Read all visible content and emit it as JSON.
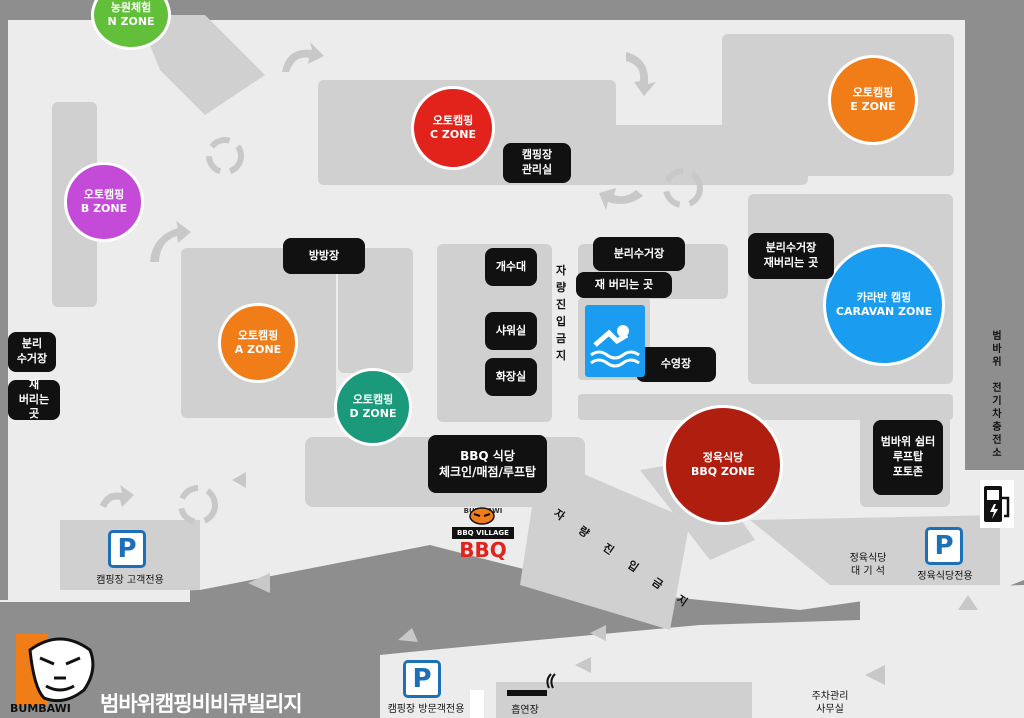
{
  "zones": {
    "n": {
      "line1": "농원체험",
      "line2": "N ZONE",
      "color": "#61bf3a"
    },
    "b": {
      "line1": "오토캠핑",
      "line2": "B ZONE",
      "color": "#c44ad8"
    },
    "c": {
      "line1": "오토캠핑",
      "line2": "C ZONE",
      "color": "#e1231b"
    },
    "e": {
      "line1": "오토캠핑",
      "line2": "E ZONE",
      "color": "#f07d18"
    },
    "a": {
      "line1": "오토캠핑",
      "line2": "A ZONE",
      "color": "#f07d18"
    },
    "d": {
      "line1": "오토캠핑",
      "line2": "D ZONE",
      "color": "#1a9a7a"
    },
    "caravan": {
      "line1": "카라반 캠핑",
      "line2": "CARAVAN ZONE",
      "color": "#1a9cf0"
    },
    "bbq": {
      "line1": "정육식당",
      "line2": "BBQ ZONE",
      "color": "#b01e10"
    }
  },
  "labels": {
    "office": "캠핑장\n관리실",
    "room": "방방장",
    "sink": "개수대",
    "shower": "샤워실",
    "toilet": "화장실",
    "recycle1": "분리수거장",
    "trash1": "재 버리는 곳",
    "recycle2": "분리수거장\n재버리는 곳",
    "pool": "수영장",
    "recycle_left": "분리\n수거장",
    "trash_left": "재\n버리는 곳",
    "bbq_restaurant": "BBQ 식당\n체크인/매점/루프탑",
    "shelter": "범바위 쉼터\n루프탑\n포토존"
  },
  "text": {
    "no_entry_vertical": "자\n량\n진\n입\n금\n지",
    "no_entry_diagonal": "자 량 진 입 금 지",
    "ev_charging": "범\n바\n위\n\n전\n기\n차\n충\n전\n소",
    "parking_camp_guest": "캠핑장 고객전용",
    "parking_visitor": "캠핑장 방문객전용",
    "smoking": "흡연장",
    "parking_office": "주차관리\n사무실",
    "meat_waiting": "정육식당\n대 기 석",
    "parking_meat": "정육식당전용",
    "parking_symbol": "P",
    "brand_title": "범바위캠핑비비큐빌리지",
    "brand_logo": "BUMBAWI",
    "bbq_logo_top": "BUMBAWI",
    "bbq_logo_mid": "BBQ VILLAGE",
    "bbq_logo_big": "BBQ"
  },
  "colors": {
    "road": "#8e8e8e",
    "area": "#d0d0d0",
    "ground": "#ececec",
    "pool": "#1a9cf0",
    "parking": "#1d6fb8",
    "logo_orange": "#f07d18"
  }
}
